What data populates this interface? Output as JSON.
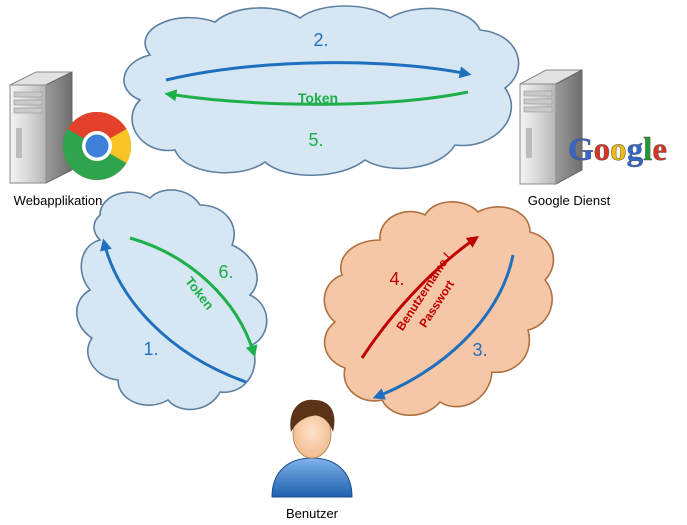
{
  "nodes": {
    "webapp": {
      "label": "Webapplikation"
    },
    "google": {
      "label": "Google Dienst",
      "logo": [
        "G",
        "o",
        "o",
        "g",
        "l",
        "e"
      ],
      "logo_colors": [
        "#3366cc",
        "#dd3322",
        "#eebb00",
        "#3366cc",
        "#229933",
        "#dd3322"
      ]
    },
    "user": {
      "label": "Benutzer"
    }
  },
  "steps": {
    "s1": "1.",
    "s2": "2.",
    "s3": "3.",
    "s4": "4.",
    "s5": "5.",
    "s6": "6."
  },
  "arrow_labels": {
    "token_top": "Token",
    "token_left": "Token",
    "credentials_line1": "Benutzername /",
    "credentials_line2": "Passwort"
  },
  "colors": {
    "blue": "#1f6fbf",
    "green": "#1daf4a",
    "red": "#c00000",
    "cloud_blue": "#d6e6f2",
    "cloud_orange": "#f6c7a6"
  }
}
